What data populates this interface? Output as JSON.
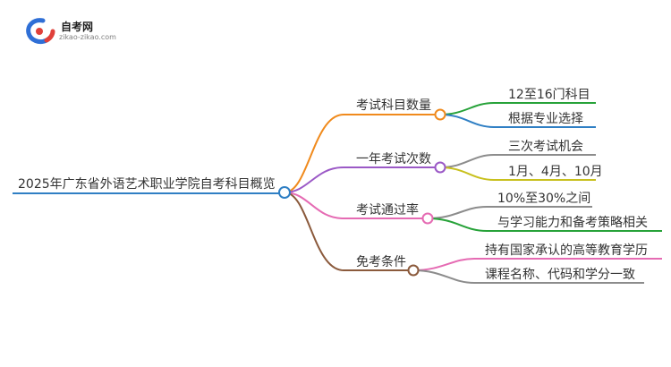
{
  "logo": {
    "name": "自考网",
    "url": "zikao-zikao.com"
  },
  "mindmap": {
    "root": "2025年广东省外语艺术职业学院自考科目概览",
    "branches": [
      {
        "label": "考试科目数量",
        "color": "#f08a1c",
        "leaves": [
          {
            "label": "12至16门科目",
            "color": "#27a239"
          },
          {
            "label": "根据专业选择",
            "color": "#2f7fc4"
          }
        ]
      },
      {
        "label": "一年考试次数",
        "color": "#9b59c6",
        "leaves": [
          {
            "label": "三次考试机会",
            "color": "#8c8c8c"
          },
          {
            "label": "1月、4月、10月",
            "color": "#c8c01d"
          }
        ]
      },
      {
        "label": "考试通过率",
        "color": "#e56bb3",
        "leaves": [
          {
            "label": "10%至30%之间",
            "color": "#8c8c8c"
          },
          {
            "label": "与学习能力和备考策略相关",
            "color": "#27a239"
          }
        ]
      },
      {
        "label": "免考条件",
        "color": "#8b5a3c",
        "leaves": [
          {
            "label": "持有国家承认的高等教育学历",
            "color": "#e56bb3"
          },
          {
            "label": "课程名称、代码和学分一致",
            "color": "#8c8c8c"
          }
        ]
      }
    ]
  }
}
